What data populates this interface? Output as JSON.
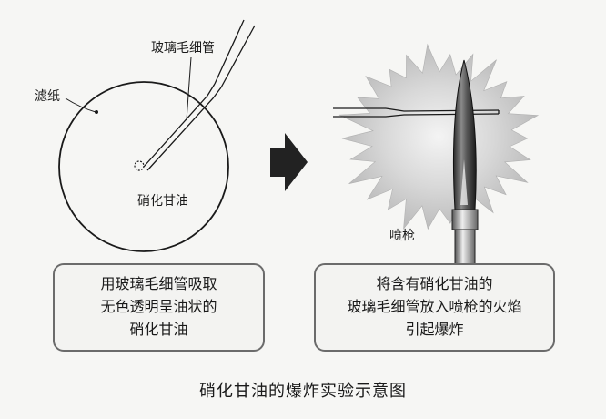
{
  "labels": {
    "filter_paper": "滤纸",
    "capillary": "玻璃毛细管",
    "nitroglycerin": "硝化甘油",
    "torch": "喷枪"
  },
  "left_box": {
    "line1": "用玻璃毛细管吸取",
    "line2": "无色透明呈油状的",
    "line3": "硝化甘油"
  },
  "right_box": {
    "line1": "将含有硝化甘油的",
    "line2": "玻璃毛细管放入喷枪的火焰",
    "line3": "引起爆炸"
  },
  "caption": "硝化甘油的爆炸实验示意图",
  "colors": {
    "line": "#1a1a1a",
    "arrow": "#222222",
    "flame": "#cfcfcf",
    "box_border": "#6b6b6b"
  }
}
